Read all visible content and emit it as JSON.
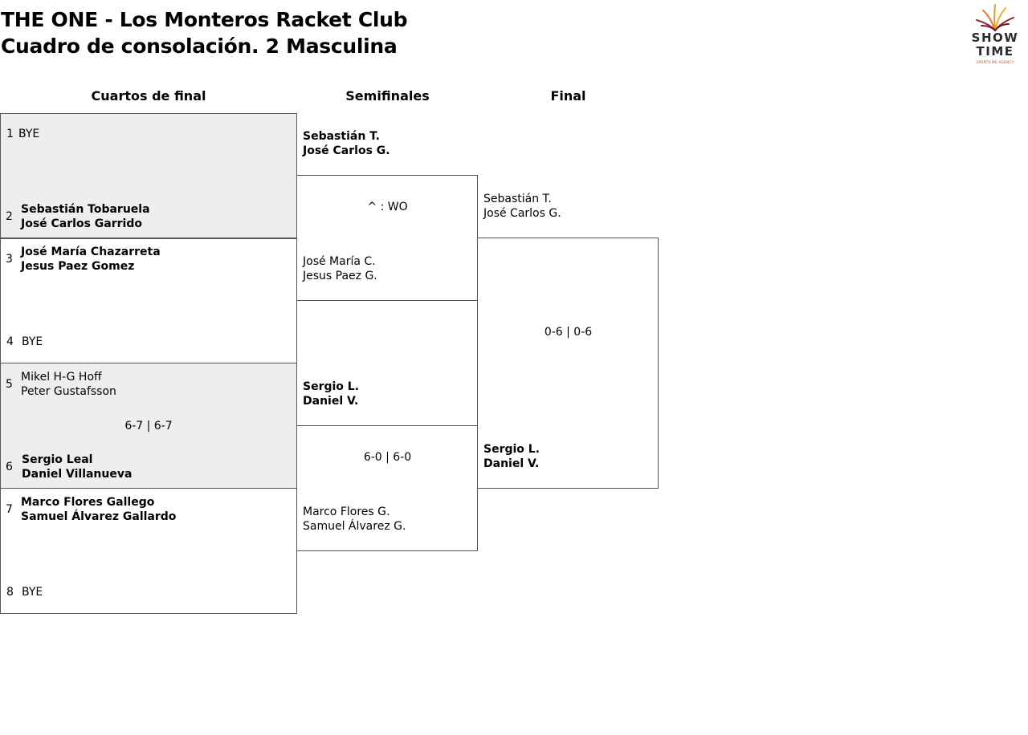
{
  "header": {
    "title_line1": "THE ONE - Los Monteros Racket Club",
    "title_line2": "Cuadro de consolación. 2 Masculina"
  },
  "logo": {
    "line1": "SHOW",
    "line2": "TIME",
    "tagline": "SPORTS ME AGENCY",
    "icon": "fireworks-burst-icon"
  },
  "rounds": [
    "Cuartos de final",
    "Semifinales",
    "Final"
  ],
  "quarterfinals": [
    {
      "seed": "1",
      "players": [
        "BYE"
      ]
    },
    {
      "seed": "2",
      "players": [
        "Sebastián Tobaruela",
        "José Carlos Garrido"
      ]
    },
    {
      "seed": "3",
      "players": [
        "José María Chazarreta",
        "Jesus Paez Gomez"
      ]
    },
    {
      "seed": "4",
      "players": [
        "BYE"
      ]
    },
    {
      "seed": "5",
      "players": [
        "Mikel H-G Hoff",
        "Peter Gustafsson"
      ]
    },
    {
      "seed": "6",
      "players": [
        "Sergio Leal",
        "Daniel Villanueva"
      ]
    },
    {
      "seed": "7",
      "players": [
        "Marco Flores Gallego",
        "Samuel Álvarez Gallardo"
      ]
    },
    {
      "seed": "8",
      "players": [
        "BYE"
      ]
    }
  ],
  "quarterfinal_scores": [
    "",
    "",
    "6-7 | 6-7",
    ""
  ],
  "semifinals": [
    {
      "players": [
        "Sebastián T.",
        "José Carlos G."
      ]
    },
    {
      "players": [
        "José María C.",
        "Jesus Paez G."
      ]
    },
    {
      "players": [
        "Sergio L.",
        "Daniel V."
      ]
    },
    {
      "players": [
        "Marco Flores G.",
        "Samuel Álvarez G."
      ]
    }
  ],
  "semifinal_scores": [
    "^ : WO",
    "6-0 | 6-0"
  ],
  "final": [
    {
      "players": [
        "Sebastián T.",
        "José Carlos G."
      ]
    },
    {
      "players": [
        "Sergio L.",
        "Daniel V."
      ]
    }
  ],
  "final_score": "0-6 | 0-6"
}
